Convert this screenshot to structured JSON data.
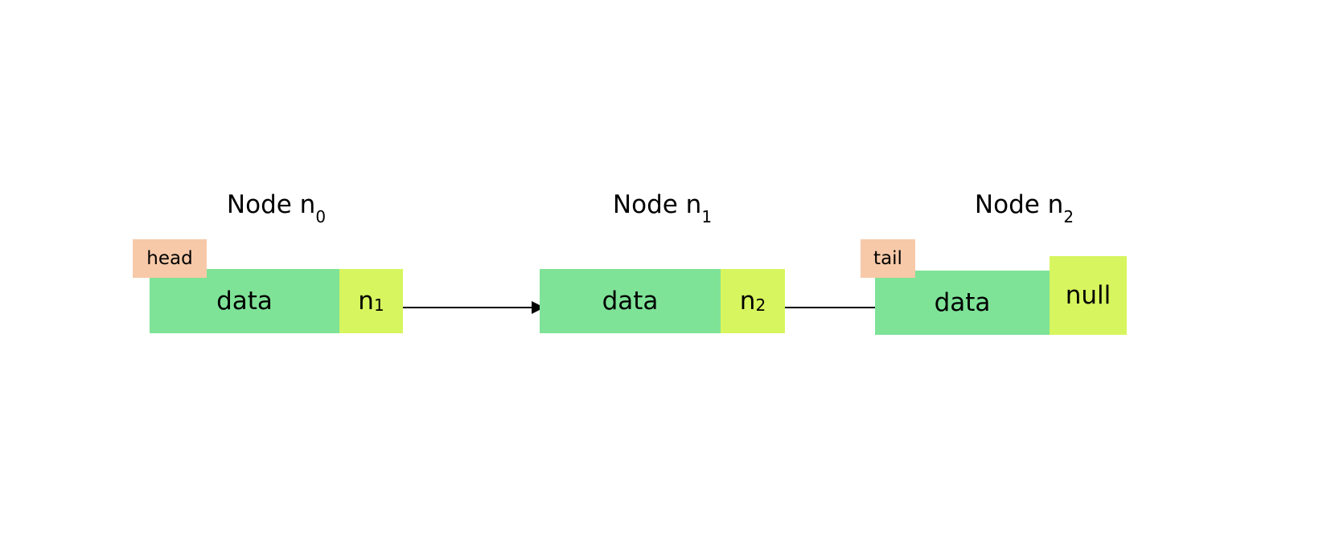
{
  "diagram": {
    "type": "singly-linked-list",
    "background": "#ffffff",
    "colors": {
      "data_cell": "#7ee397",
      "next_cell": "#d7f55e",
      "pointer_label": "#f7c9a8",
      "arrow": "#000000",
      "text": "#000000"
    },
    "nodes": [
      {
        "title_prefix": "Node n",
        "title_subscript": "0",
        "data_label": "data",
        "next_label": "n",
        "next_subscript": "1",
        "pointer_label": "head"
      },
      {
        "title_prefix": "Node n",
        "title_subscript": "1",
        "data_label": "data",
        "next_label": "n",
        "next_subscript": "2",
        "pointer_label": ""
      },
      {
        "title_prefix": "Node n",
        "title_subscript": "2",
        "data_label": "data",
        "next_label": "null",
        "next_subscript": "",
        "pointer_label": "tail"
      }
    ],
    "arrows": [
      {
        "from": "node0-next",
        "to": "node1-data"
      },
      {
        "from": "node1-next",
        "to": "node2-data"
      }
    ]
  }
}
